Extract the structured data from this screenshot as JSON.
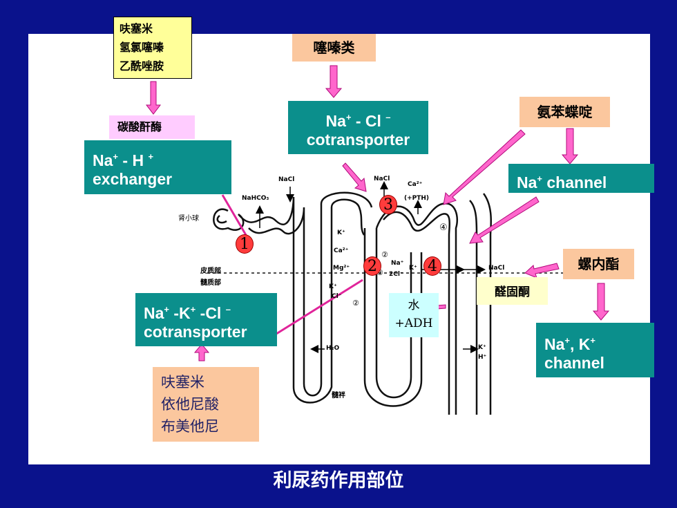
{
  "title": "利尿药作用部位",
  "drugs": {
    "loop_top": [
      "呋塞米",
      "氢氯噻嗪",
      "乙酰唑胺"
    ],
    "carbonic_anhydrase": "碳酸酐酶",
    "thiazide": "噻嗪类",
    "triamterene": "氨苯蝶啶",
    "spironolactone": "螺内酯",
    "aldosterone": "醛固酮",
    "loop_bottom": [
      "呋塞米",
      "依他尼酸",
      "布美他尼"
    ],
    "water": "水",
    "adh": "+ADH"
  },
  "transporters": {
    "na_h": {
      "line1_main": "Na",
      "line1_sup": "+",
      "line1_rest": " - H ",
      "line1_sup2": "+",
      "line2": "exchanger"
    },
    "na_cl": {
      "line1_main": "Na",
      "line1_sup": "+",
      "line1_rest": " - Cl ",
      "line1_sup2": "–",
      "line2": "cotransporter"
    },
    "na_channel": {
      "main": "Na",
      "sup": "+",
      "rest": " channel"
    },
    "nkcc": {
      "line1": "Na",
      "s1": "+",
      "m1": " -K",
      "s2": "+",
      "m2": " -Cl ",
      "s3": "–",
      "line2": "cotransporter"
    },
    "na_k_channel": {
      "main": "Na",
      "sup": "+",
      "mid": ", K",
      "sup2": "+",
      "line2": "channel"
    }
  },
  "sites": [
    "1",
    "2",
    "3",
    "4"
  ],
  "nephron_labels": {
    "glomerulus": "肾小球",
    "cortex": "皮质部",
    "medulla": "髓质部",
    "loop": "髓袢",
    "nacl_1": "NaCl",
    "nahco3": "NaHCO₃",
    "nacl_2": "NaCl",
    "ca_pth": "(+PTH)",
    "ca": "Ca²⁺",
    "k_plus": "K⁺",
    "ca2": "Ca²⁺",
    "mg2": "Mg²⁺",
    "na_plus": "Na⁺",
    "two_cl": "2Cl⁻",
    "k_plus_2": "K⁺",
    "nacl_3": "NaCl",
    "k_in": "K⁺",
    "cl_in": "Cl⁻",
    "h2o": "H₂O",
    "k_out": "K⁺",
    "h_out": "H⁺",
    "c2a": "②",
    "c2b": "②",
    "c2c": "②",
    "c4": "④"
  }
}
